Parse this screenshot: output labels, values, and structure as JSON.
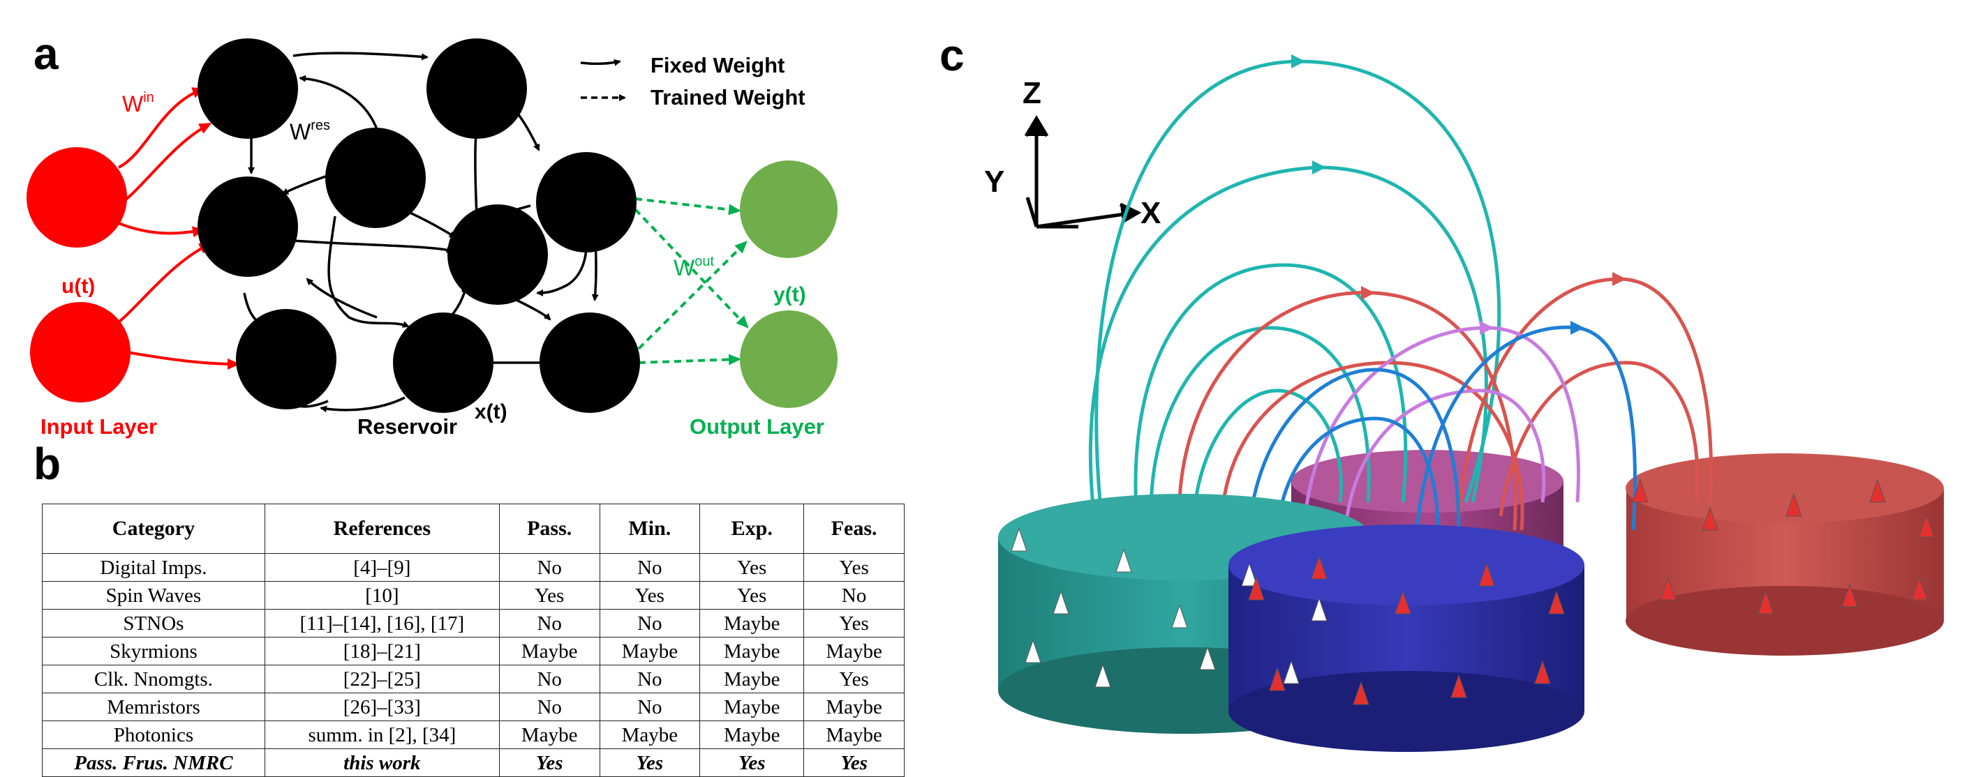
{
  "panels": {
    "a": {
      "letter": "a",
      "input_layer_label": "Input Layer",
      "reservoir_label": "Reservoir",
      "output_layer_label": "Output Layer",
      "signal_input": "u(t)",
      "signal_state": "x(t)",
      "signal_output": "y(t)",
      "weight_in_base": "W",
      "weight_in_sup": "in",
      "weight_res_base": "W",
      "weight_res_sup": "res",
      "weight_out_base": "W",
      "weight_out_sup": "out",
      "legend_fixed": "Fixed Weight",
      "legend_trained": "Trained Weight",
      "colors": {
        "input": "#ff0000",
        "reservoir": "#000000",
        "output": "#6fae4a",
        "output_label": "#00b050"
      }
    },
    "b": {
      "letter": "b",
      "headers": [
        "Category",
        "References",
        "Pass.",
        "Min.",
        "Exp.",
        "Feas."
      ],
      "rows": [
        [
          "Digital Imps.",
          "[4]–[9]",
          "No",
          "No",
          "Yes",
          "Yes"
        ],
        [
          "Spin Waves",
          "[10]",
          "Yes",
          "Yes",
          "Yes",
          "No"
        ],
        [
          "STNOs",
          "[11]–[14], [16], [17]",
          "No",
          "No",
          "Maybe",
          "Yes"
        ],
        [
          "Skyrmions",
          "[18]–[21]",
          "Maybe",
          "Maybe",
          "Maybe",
          "Maybe"
        ],
        [
          "Clk. Nnomgts.",
          "[22]–[25]",
          "No",
          "No",
          "Maybe",
          "Yes"
        ],
        [
          "Memristors",
          "[26]–[33]",
          "No",
          "No",
          "Maybe",
          "Maybe"
        ],
        [
          "Photonics",
          "summ. in [2], [34]",
          "Maybe",
          "Maybe",
          "Maybe",
          "Maybe"
        ],
        [
          "Pass. Frus. NMRC",
          "this work",
          "Yes",
          "Yes",
          "Yes",
          "Yes"
        ]
      ]
    },
    "c": {
      "letter": "c",
      "axis_z": "Z",
      "axis_y": "Y",
      "axis_x": "X",
      "colors": {
        "teal": "#2a9d96",
        "magenta": "#9a3d7e",
        "blue": "#2b2fa3",
        "red": "#c44848",
        "line_cyan": "#1fb5b0",
        "line_blue": "#1e7fd6",
        "line_red": "#d9534f",
        "line_violet": "#c77be0"
      }
    }
  }
}
